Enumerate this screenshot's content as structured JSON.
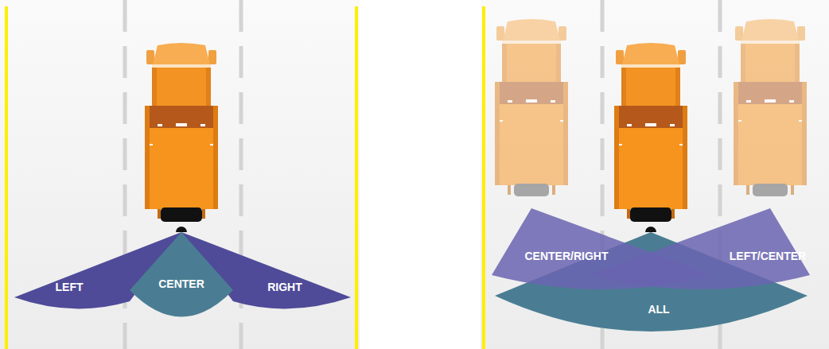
{
  "diagram": {
    "nodes": [
      {
        "text": [
          "LEFT"
        ]
      },
      {
        "text": [
          "CENTER"
        ]
      },
      {
        "text": [
          "RIGHT"
        ]
      },
      {
        "text": [
          "CENTER/RIGHT"
        ]
      },
      {
        "text": [
          "LEFT/CENTER"
        ]
      },
      {
        "text": [
          "ALL"
        ]
      }
    ]
  }
}
